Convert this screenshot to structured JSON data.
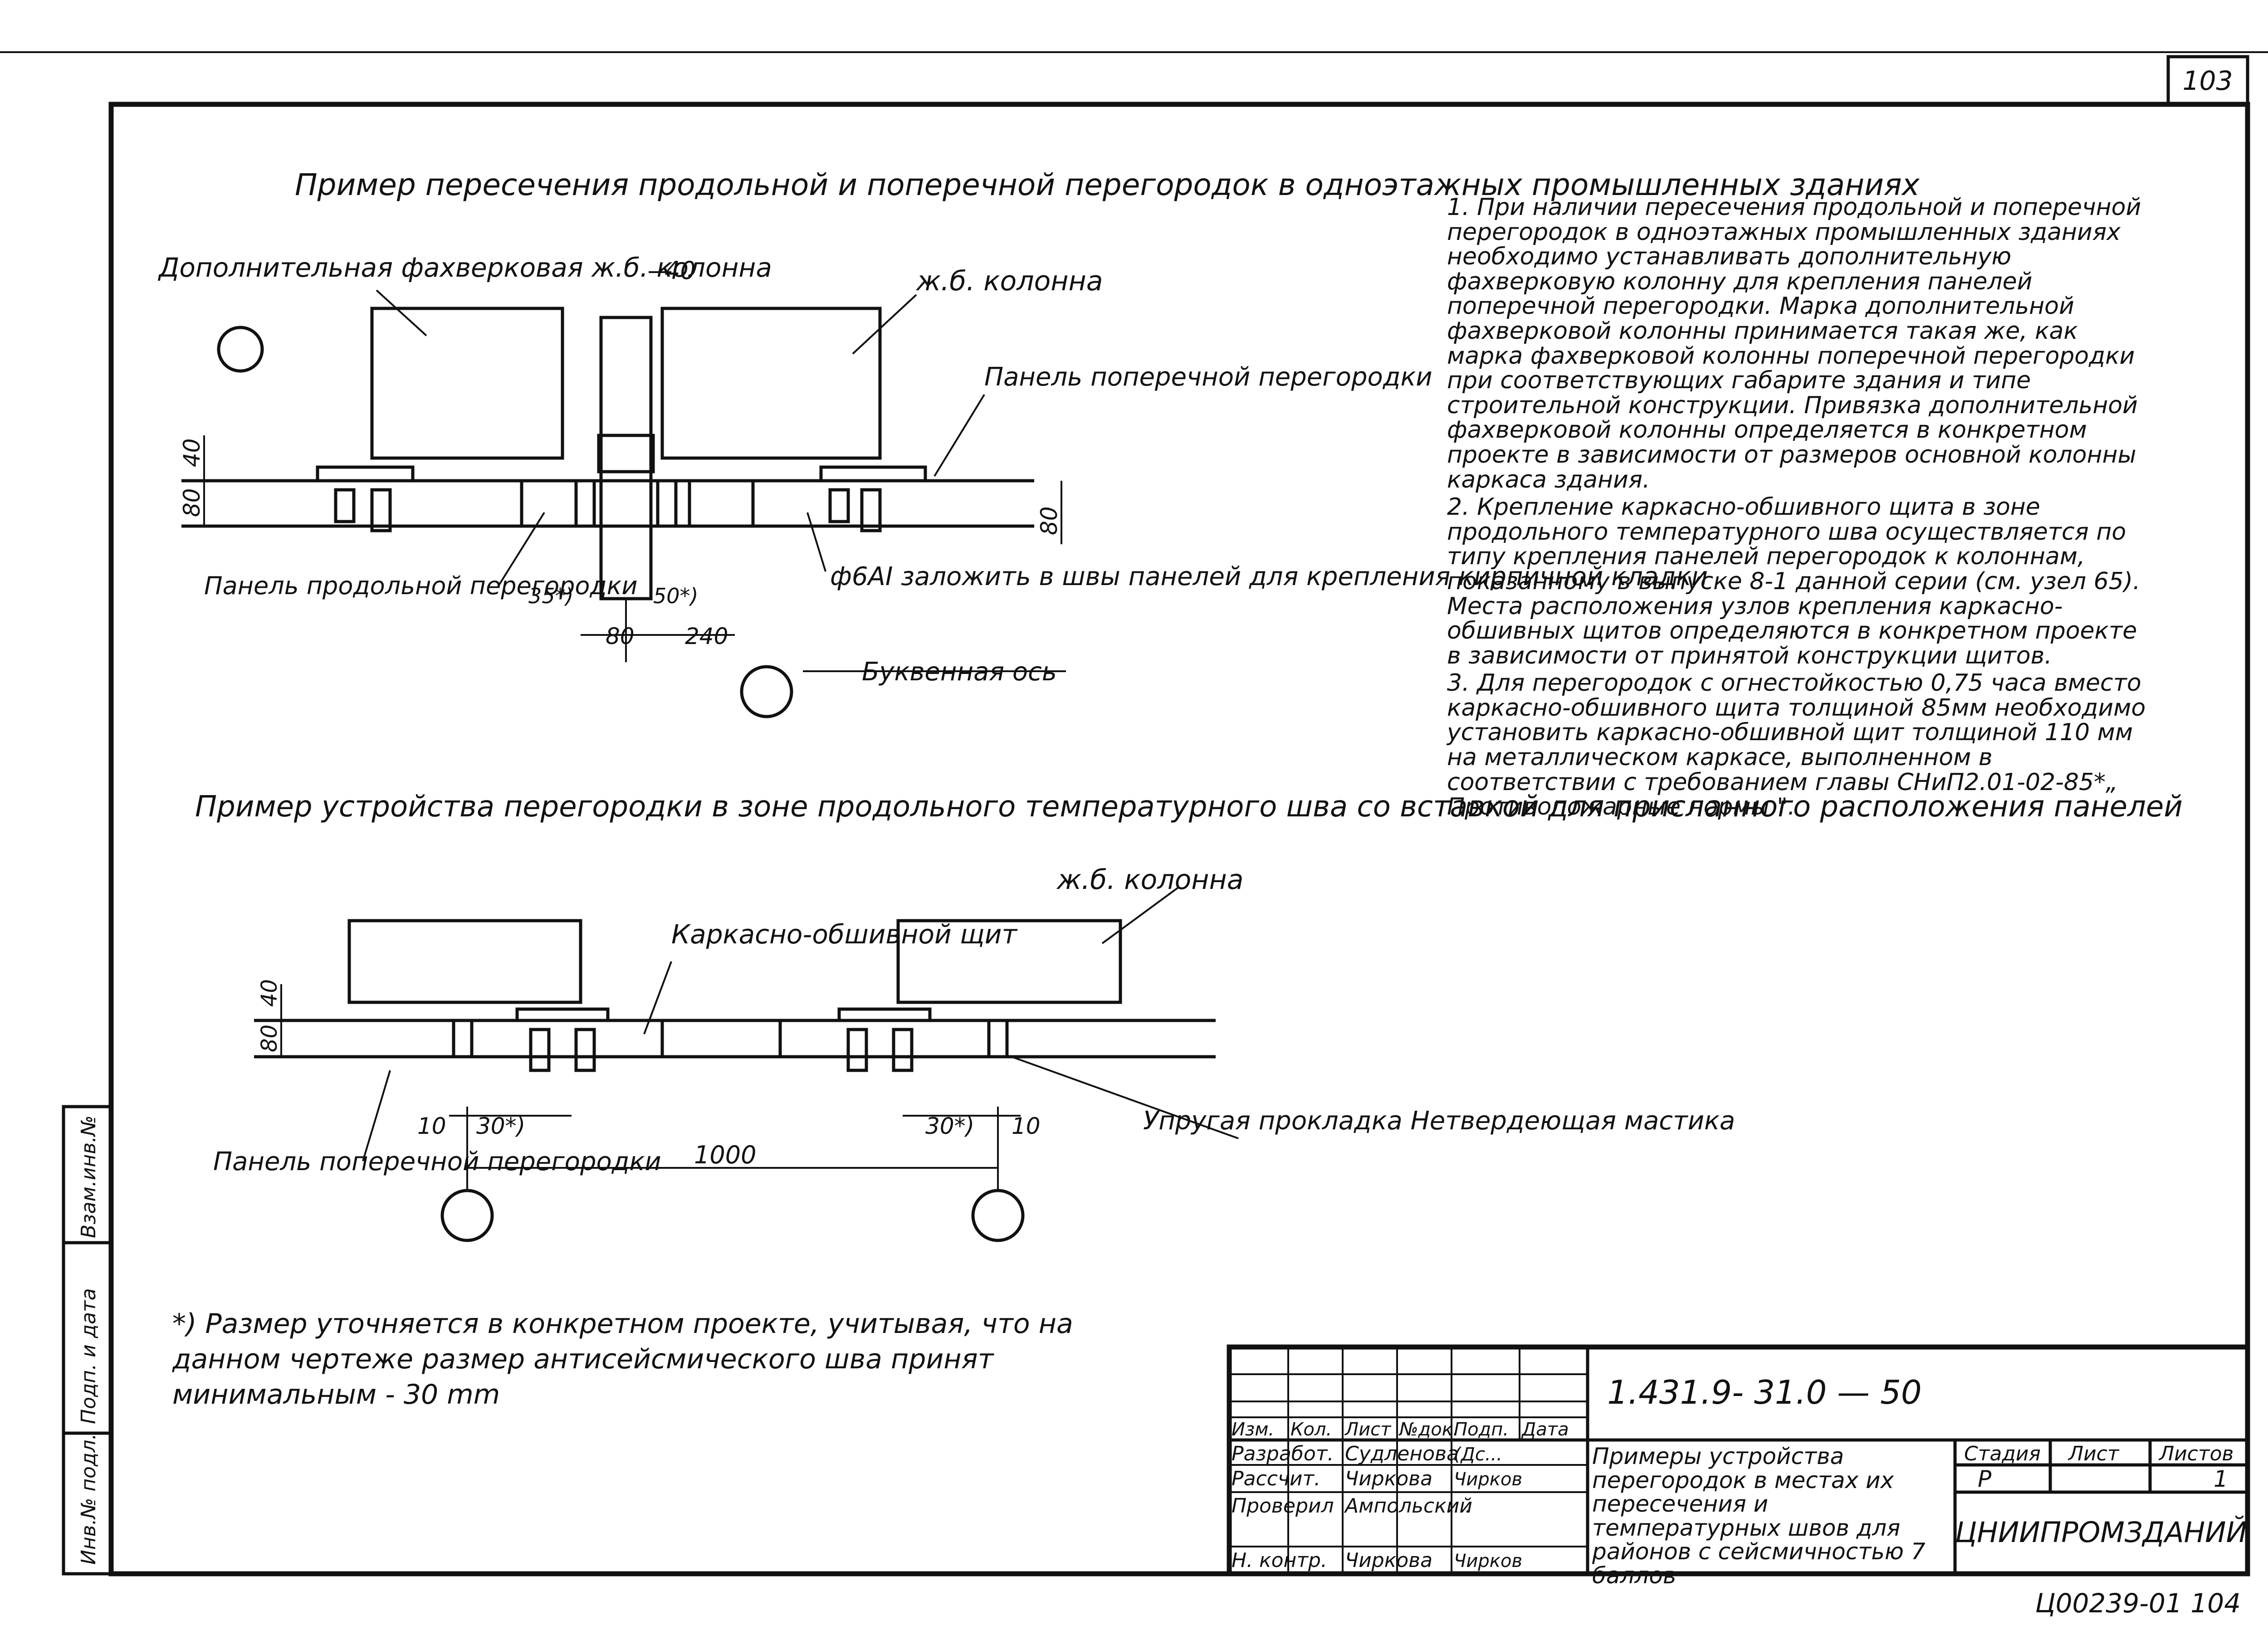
{
  "sheet": {
    "page_number": "103",
    "title_top": "Пример пересечения продольной и поперечной перегородок в одноэтажных промышленных зданиях",
    "title_bottom": "Пример устройства перегородки в зоне продольного температурного шва со вставкой для присланного расположения панелей"
  },
  "top_drawing": {
    "label_extra_column": "Дополнительная фахверковая ж.б. колонна",
    "label_column": "ж.б. колонна",
    "label_panel_cross": "Панель поперечной перегородки",
    "label_panel_long": "Панель продольной перегородки",
    "label_rebar": "ф6AI заложить в швы панелей для крепления кирпичной кладки",
    "label_axis": "Буквенная ось",
    "dims": {
      "d40": "40",
      "d80a": "80",
      "d40b": "40",
      "d80b": "80",
      "d35": "35*)",
      "d50": "50*)",
      "d80c": "80",
      "d240": "240"
    }
  },
  "bottom_drawing": {
    "label_column": "ж.б. колонна",
    "label_frame_shield": "Каркасно-обшивной щит",
    "label_panel": "Панель поперечной перегородки",
    "label_gasket": "Упругая прокладка Нетвердеющая мастика",
    "dims": {
      "d80": "80",
      "d40": "40",
      "d10a": "10",
      "d30a": "30*)",
      "d30b": "30*)",
      "d10b": "10",
      "d1000": "1000"
    }
  },
  "notes": [
    "1. При наличии пересечения продольной и поперечной перегородок в одноэтажных промышленных зданиях необходимо устанавливать дополнительную фахверковую колонну для крепления панелей поперечной перегородки. Марка дополнительной фахверковой колонны принимается такая же, как марка фахверковой колонны поперечной перегородки при соответствующих габарите здания и типе строительной конструкции. Привязка дополнительной фахверковой колонны определяется в конкретном проекте в зависимости от размеров основной колонны каркаса здания.",
    "2. Крепление каркасно-обшивного щита в зоне продольного температурного шва осуществляется по типу крепления панелей перегородок к колоннам, показанному в выпуске 8-1 данной серии (см. узел 65). Места расположения узлов крепления каркасно-обшивных щитов определяются в конкретном проекте в зависимости от принятой конструкции щитов.",
    "3. Для перегородок с огнестойкостью 0,75 часа вместо каркасно-обшивного щита толщиной 85мм необходимо установить каркасно-обшивной щит толщиной 110 мм на металлическом каркасе, выполненном в соответствии с требованием главы СНиП2.01-02-85*„ Противопожарные нормы \"."
  ],
  "footnote": "*) Размер уточняется в конкретном проекте, учитывая, что на данном чертеже размер антисейсмического шва принят минимальным - 30 mm",
  "side_stamp": [
    "Инв.№ подл.",
    "Подп. и дата",
    "Взам.инв.№"
  ],
  "title_block": {
    "code": "1.431.9- 31.0 — 50",
    "headers": [
      "Изм.",
      "Кол.",
      "Лист",
      "№док.",
      "Подп.",
      "Дата"
    ],
    "rows": [
      {
        "role": "Разработ.",
        "name": "Судленова",
        "sign": "(Дс..."
      },
      {
        "role": "Рассчит.",
        "name": "Чиркова",
        "sign": "Чирков"
      },
      {
        "role": "Проверил",
        "name": "Ампольский",
        "sign": "..."
      },
      {
        "role": "Н. контр.",
        "name": "Чиркова",
        "sign": "Чирков"
      }
    ],
    "description": "Примеры устройства перегородок в местах их пересечения и температурных швов для районов с сейсмичностью 7 баллов",
    "stage_label": "Стадия",
    "sheet_label": "Лист",
    "sheets_label": "Листов",
    "stage": "Р",
    "sheet": "",
    "sheets": "1",
    "org": "ЦНИИПРОМЗДАНИЙ"
  },
  "archive_code": "Ц00239-01 104"
}
